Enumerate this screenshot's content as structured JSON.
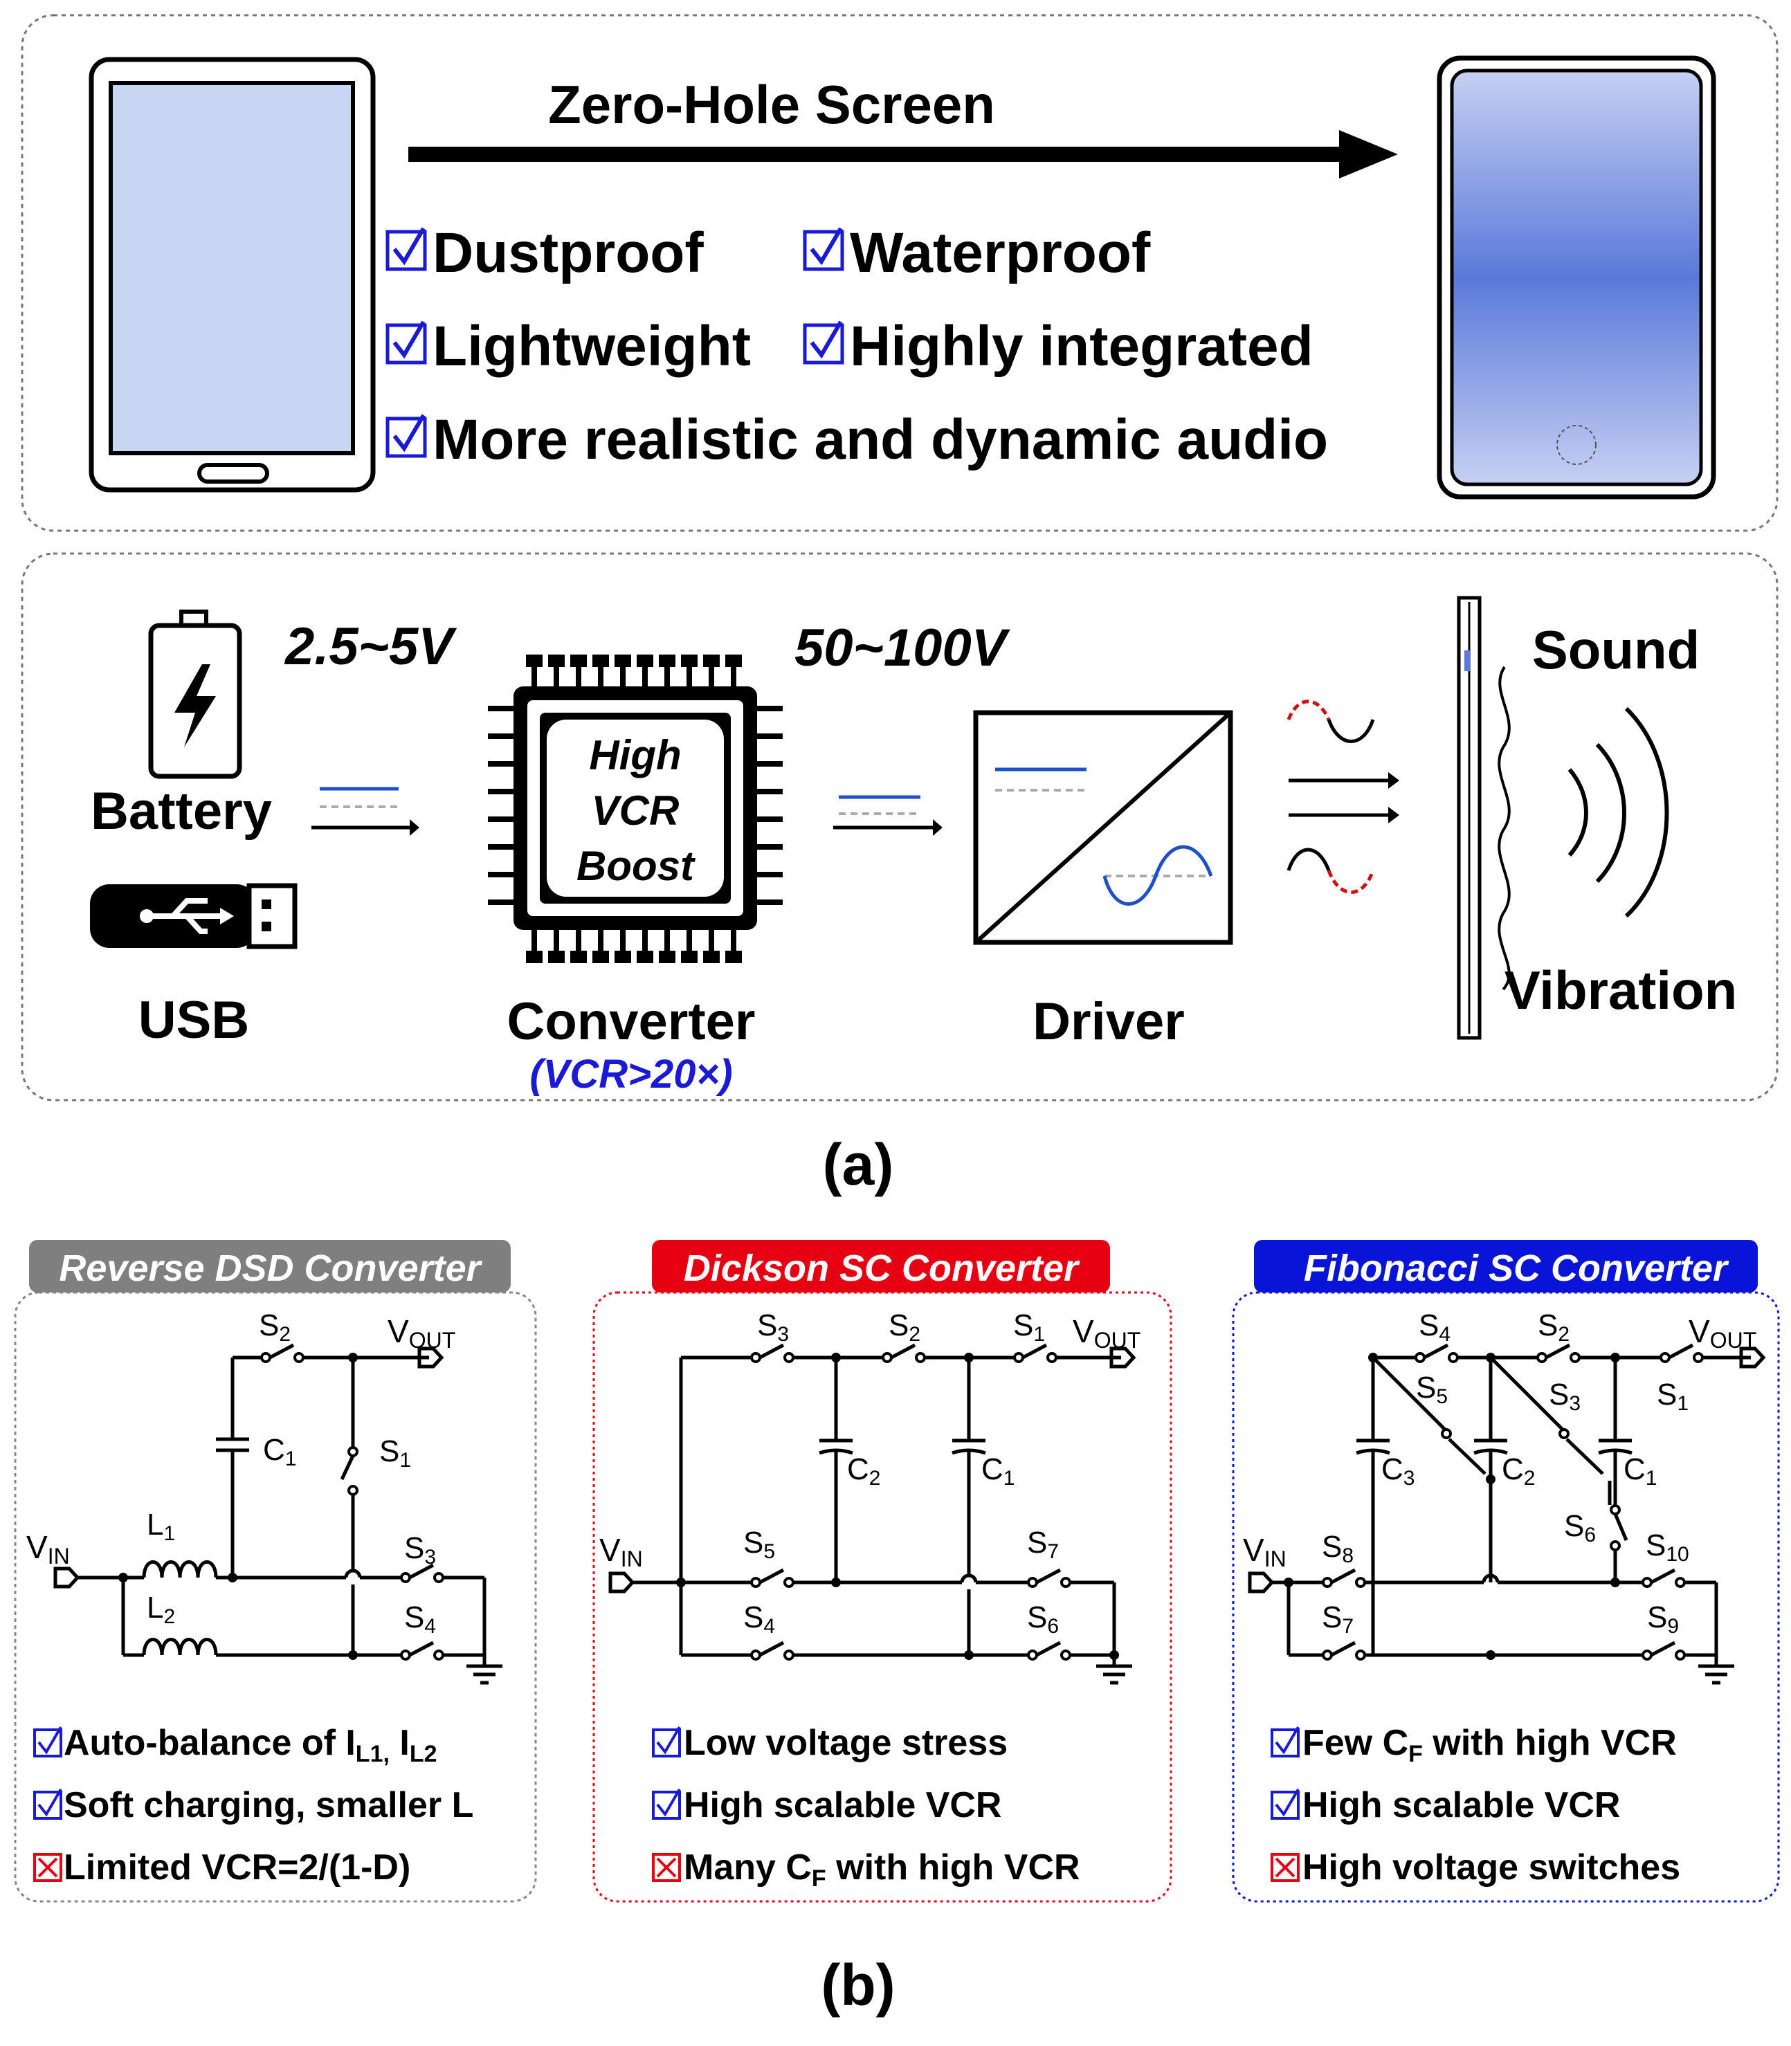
{
  "panel_a": {
    "caption": "(a)",
    "zero_hole": {
      "arrow_label": "Zero-Hole Screen",
      "benefits": [
        "Dustproof",
        "Waterproof",
        "Lightweight",
        "Highly integrated",
        "More realistic and dynamic audio"
      ]
    },
    "chain": {
      "input_voltage": "2.5~5V",
      "output_voltage": "50~100V",
      "battery_label": "Battery",
      "usb_label": "USB",
      "chip_lines": [
        "High",
        "VCR",
        "Boost"
      ],
      "converter_label": "Converter",
      "converter_note": "(VCR>20×)",
      "driver_label": "Driver",
      "sound_label": "Sound",
      "vibration_label": "Vibration"
    }
  },
  "panel_b": {
    "caption": "(b)",
    "converters": [
      {
        "title": "Reverse DSD Converter",
        "title_color": "#7f7f7f",
        "items": [
          {
            "mark": "check",
            "text": "Auto-balance of I"
          },
          {
            "mark": "check",
            "text": "Soft charging, smaller L"
          },
          {
            "mark": "cross",
            "text": "Limited VCR=2/(1-D)"
          }
        ],
        "item1_sub_a": "L1,",
        "item1_sub_b": "L2"
      },
      {
        "title": "Dickson SC Converter",
        "title_color": "#e60012",
        "items": [
          {
            "mark": "check",
            "text": "Low voltage stress"
          },
          {
            "mark": "check",
            "text": "High scalable VCR"
          },
          {
            "mark": "cross",
            "text": "Many C"
          }
        ],
        "item3_sub": "F",
        "item3_tail": " with high VCR"
      },
      {
        "title": "Fibonacci SC Converter",
        "title_color": "#0a14d8",
        "items": [
          {
            "mark": "check",
            "text": "Few C"
          },
          {
            "mark": "check",
            "text": "High scalable VCR"
          },
          {
            "mark": "cross",
            "text": "High voltage switches"
          }
        ],
        "item1_sub": "F",
        "item1_tail": " with high VCR"
      }
    ],
    "node_labels": {
      "vin": "V",
      "vin_sub": "IN",
      "vout": "V",
      "vout_sub": "OUT"
    }
  },
  "colors": {
    "check": "#1a1ad6",
    "cross": "#e60012",
    "screen_fill": "#c9d6f3",
    "screen_gradient_edge": "#c3cdf2",
    "screen_gradient_mid": "#5a78d8",
    "dc_line": "#1f4fc8",
    "wave_red": "#cc1111"
  }
}
